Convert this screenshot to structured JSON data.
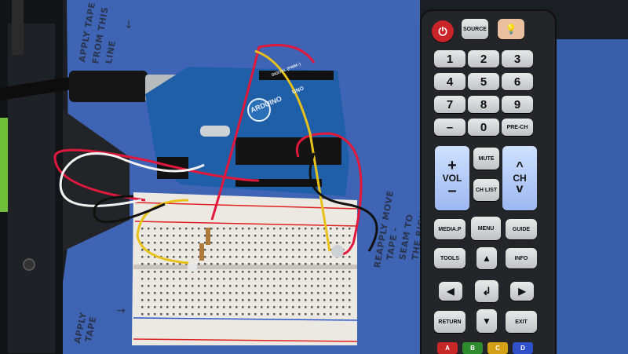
{
  "tape_notes": {
    "top_left": [
      "APPLY TAPE",
      "FROM THIS",
      "LINE"
    ],
    "bottom_left": [
      "APPLY",
      "TAPE"
    ],
    "right": [
      "REAPPLY MOVE",
      "TAPE -",
      "SEAM TO",
      "THE RIGHT"
    ],
    "arrow": "→"
  },
  "arduino": {
    "brand": "ARDUINO",
    "model": "UNO",
    "digital_label": "DIGITAL (PWM~)"
  },
  "remote": {
    "power_label": "⏻",
    "source_label": "SOURCE",
    "light_label": "💡",
    "numbers": [
      "1",
      "2",
      "3",
      "4",
      "5",
      "6",
      "7",
      "8",
      "9",
      "–",
      "0",
      "PRE-CH"
    ],
    "vol_label": "VOL",
    "vol_up": "+",
    "vol_down": "–",
    "mute_label": "MUTE",
    "ch_list_label": "CH LIST",
    "ch_label": "CH",
    "ch_up": "^",
    "ch_down": "v",
    "media_label": "MEDIA.P",
    "menu_label": "MENU",
    "guide_label": "GUIDE",
    "tools_label": "TOOLS",
    "info_label": "INFO",
    "up_arrow": "▲",
    "left_arrow": "◀",
    "enter_label": "↲",
    "right_arrow": "▶",
    "return_label": "RETURN",
    "down_arrow": "▼",
    "exit_label": "EXIT",
    "color_keys": [
      "A",
      "B",
      "C",
      "D"
    ],
    "colors": {
      "a": "#c62828",
      "b": "#2e8b2e",
      "c": "#d4a017",
      "d": "#3050c8"
    }
  },
  "colors": {
    "paper": "#3f64b4",
    "board": "#1f5fa8",
    "breadboard": "#ece9e2",
    "wire_red": "#e0183c",
    "wire_yellow": "#e8c21a",
    "wire_white": "#f2f2f2",
    "wire_black": "#111111"
  }
}
